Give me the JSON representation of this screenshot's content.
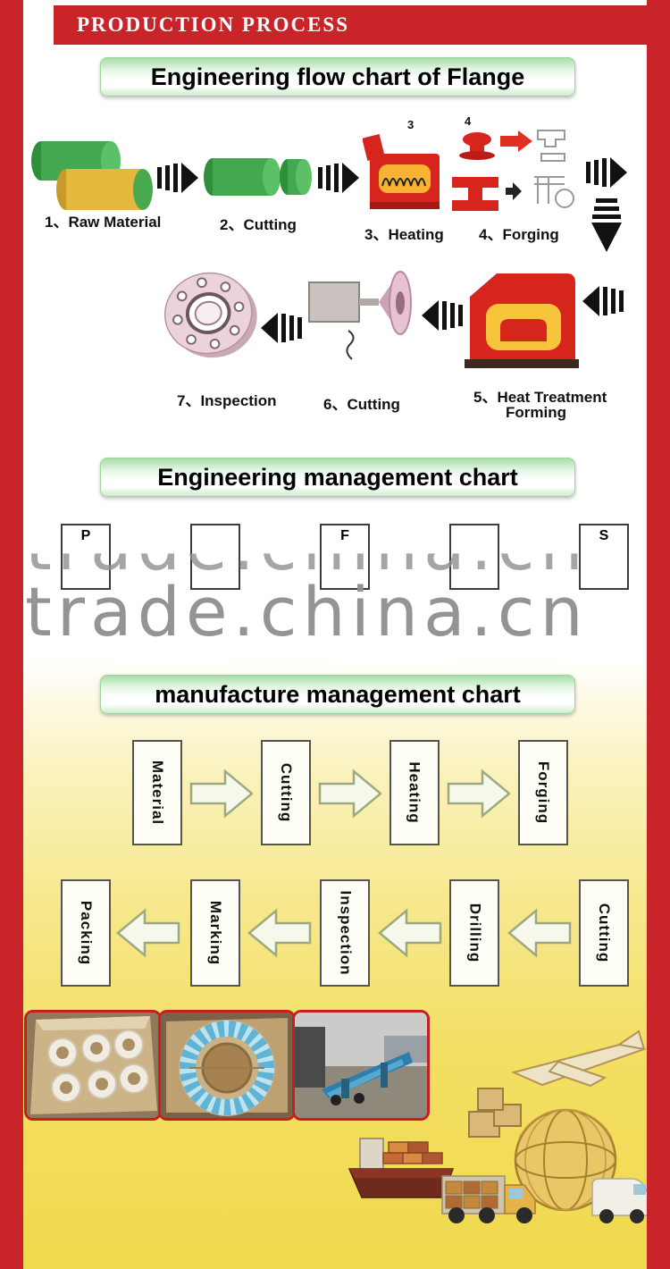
{
  "header": {
    "title": "PRODUCTION PROCESS"
  },
  "flow_section": {
    "title": "Engineering flow chart of Flange",
    "fig3": "3",
    "fig4": "4",
    "steps": {
      "s1": "1、Raw Material",
      "s2": "2、Cutting",
      "s3": "3、Heating",
      "s4": "4、Forging",
      "s5a": "5、Heat Treatment",
      "s5b": "Forming",
      "s6": "6、Cutting",
      "s7": "7、Inspection"
    }
  },
  "eng_mgmt": {
    "title": "Engineering management chart",
    "boxes": [
      "P",
      "",
      "F",
      "",
      "S"
    ]
  },
  "watermark": {
    "text": "trade.china.cn"
  },
  "mfg": {
    "title": "manufacture management chart",
    "row1": [
      "Material",
      "Cutting",
      "Heating",
      "Forging"
    ],
    "row2": [
      "Packing",
      "Marking",
      "Inspection",
      "Drilling",
      "Cutting"
    ]
  },
  "icons": {
    "flow_arrow": "black-striped-arrow",
    "process_arrow": "pale-outline-block-arrow",
    "photos": [
      "packed-flanges-photo",
      "blue-wrapped-flange-photo",
      "container-loading-photo"
    ],
    "illustration": "logistics-globe-plane-ship-trucks"
  },
  "colors": {
    "brand_red": "#c8242a",
    "banner_green": "#a8dda8",
    "bg_yellow": "#f0d94e",
    "watermark_gray": "#8f8f8f"
  }
}
